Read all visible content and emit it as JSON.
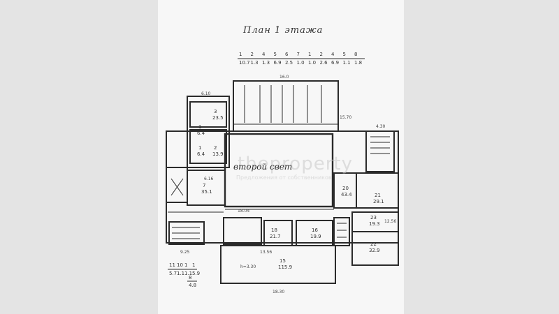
{
  "title": "План 1 этажа",
  "center_label": "второй свет",
  "watermark": {
    "main": "theproperty",
    "sub": "Предложения от собственников"
  },
  "legend_top": [
    {
      "n": "1",
      "v": "10.7"
    },
    {
      "n": "2",
      "v": "1.3"
    },
    {
      "n": "4",
      "v": "1.3"
    },
    {
      "n": "5",
      "v": "6.9"
    },
    {
      "n": "6",
      "v": "2.5"
    },
    {
      "n": "7",
      "v": "1.0"
    },
    {
      "n": "1",
      "v": "1.0"
    },
    {
      "n": "2",
      "v": "2.6"
    },
    {
      "n": "4",
      "v": "6.9"
    },
    {
      "n": "5",
      "v": "1.1"
    },
    {
      "n": "8",
      "v": "1.8"
    }
  ],
  "legend_bottom": [
    {
      "n": "11",
      "v": "5.7"
    },
    {
      "n": "10",
      "v": "1.1"
    },
    {
      "n": "1",
      "v": "1.1"
    },
    {
      "n": "1",
      "v": "5.9"
    }
  ],
  "legend_bottom_extra": {
    "n": "8",
    "v": "4.8"
  },
  "dims": {
    "top_width": "16.0",
    "left_h1": "6.10",
    "bottom_width": "18.30",
    "right_h": "12.56",
    "stair_width": "4.30",
    "mid_h": "15.70",
    "left_mid": "6.16",
    "corridor": "18.04",
    "hall_h": "h=3.30",
    "bottom_left": "9.25",
    "bottom_mid": "13.56"
  },
  "rooms": [
    {
      "num": "1",
      "area": "6.4"
    },
    {
      "num": "1",
      "area": "6.4"
    },
    {
      "num": "7",
      "area": "35.1"
    },
    {
      "num": "15",
      "area": "115.9"
    },
    {
      "num": "18",
      "area": "21.7"
    },
    {
      "num": "16",
      "area": "19.9"
    },
    {
      "num": "20",
      "area": "43.4"
    },
    {
      "num": "21",
      "area": "29.1"
    },
    {
      "num": "22",
      "area": "32.9"
    },
    {
      "num": "23",
      "area": "19.3"
    },
    {
      "num": "3",
      "area": "23.5"
    },
    {
      "num": "2",
      "area": "13.9"
    }
  ]
}
